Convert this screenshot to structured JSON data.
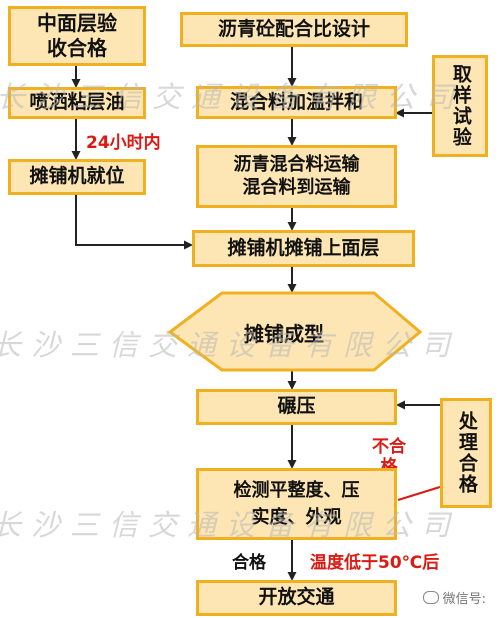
{
  "flow": {
    "intermediate_accept": "中面层验\n收合格",
    "mix_design": "沥青砼配合比设计",
    "sampling": "取样试验",
    "spray_tack": "喷洒粘层油",
    "mix_heat": "混合料加温拌和",
    "within_24h": "24小时内",
    "transport": "沥青混合料运输\n混合料到运输",
    "paver_ready": "摊铺机就位",
    "paving": "摊铺机摊铺上面层",
    "paving_shape": "摊铺成型",
    "rolling": "碾压",
    "treat_ok": "处理合格",
    "unqualified": "不合\n格",
    "inspection": "检测平整度、压\n实度、外观",
    "qualified": "合格",
    "temp_condition": "温度低于50℃后",
    "open_traffic": "开放交通"
  },
  "watermark": {
    "text": "长沙三信交通设备有限公司"
  },
  "badge": {
    "text": "微信号:"
  },
  "colors": {
    "box_fill": "#fde6b4",
    "box_border": "#f0b020",
    "line": "#222222",
    "red": "#dd1a12"
  }
}
